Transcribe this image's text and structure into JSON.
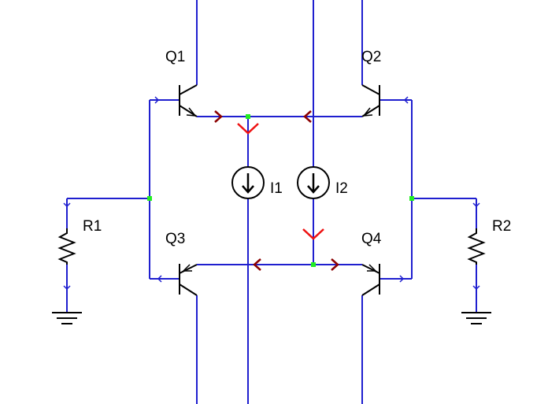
{
  "colors": {
    "wire": "#1f1fcf",
    "component": "#000000",
    "node": "#22ee22",
    "current_arrow_bright": "#ee1111",
    "current_arrow_dark": "#8b0000",
    "background": "#ffffff"
  },
  "labels": {
    "q1": "Q1",
    "q2": "Q2",
    "q3": "Q3",
    "q4": "Q4",
    "i1": "I1",
    "i2": "I2",
    "r1": "R1",
    "r2": "R2"
  },
  "components": [
    {
      "id": "Q1",
      "type": "npn-transistor"
    },
    {
      "id": "Q2",
      "type": "npn-transistor"
    },
    {
      "id": "Q3",
      "type": "pnp-transistor"
    },
    {
      "id": "Q4",
      "type": "pnp-transistor"
    },
    {
      "id": "I1",
      "type": "current-source"
    },
    {
      "id": "I2",
      "type": "current-source"
    },
    {
      "id": "R1",
      "type": "resistor"
    },
    {
      "id": "R2",
      "type": "resistor"
    }
  ]
}
